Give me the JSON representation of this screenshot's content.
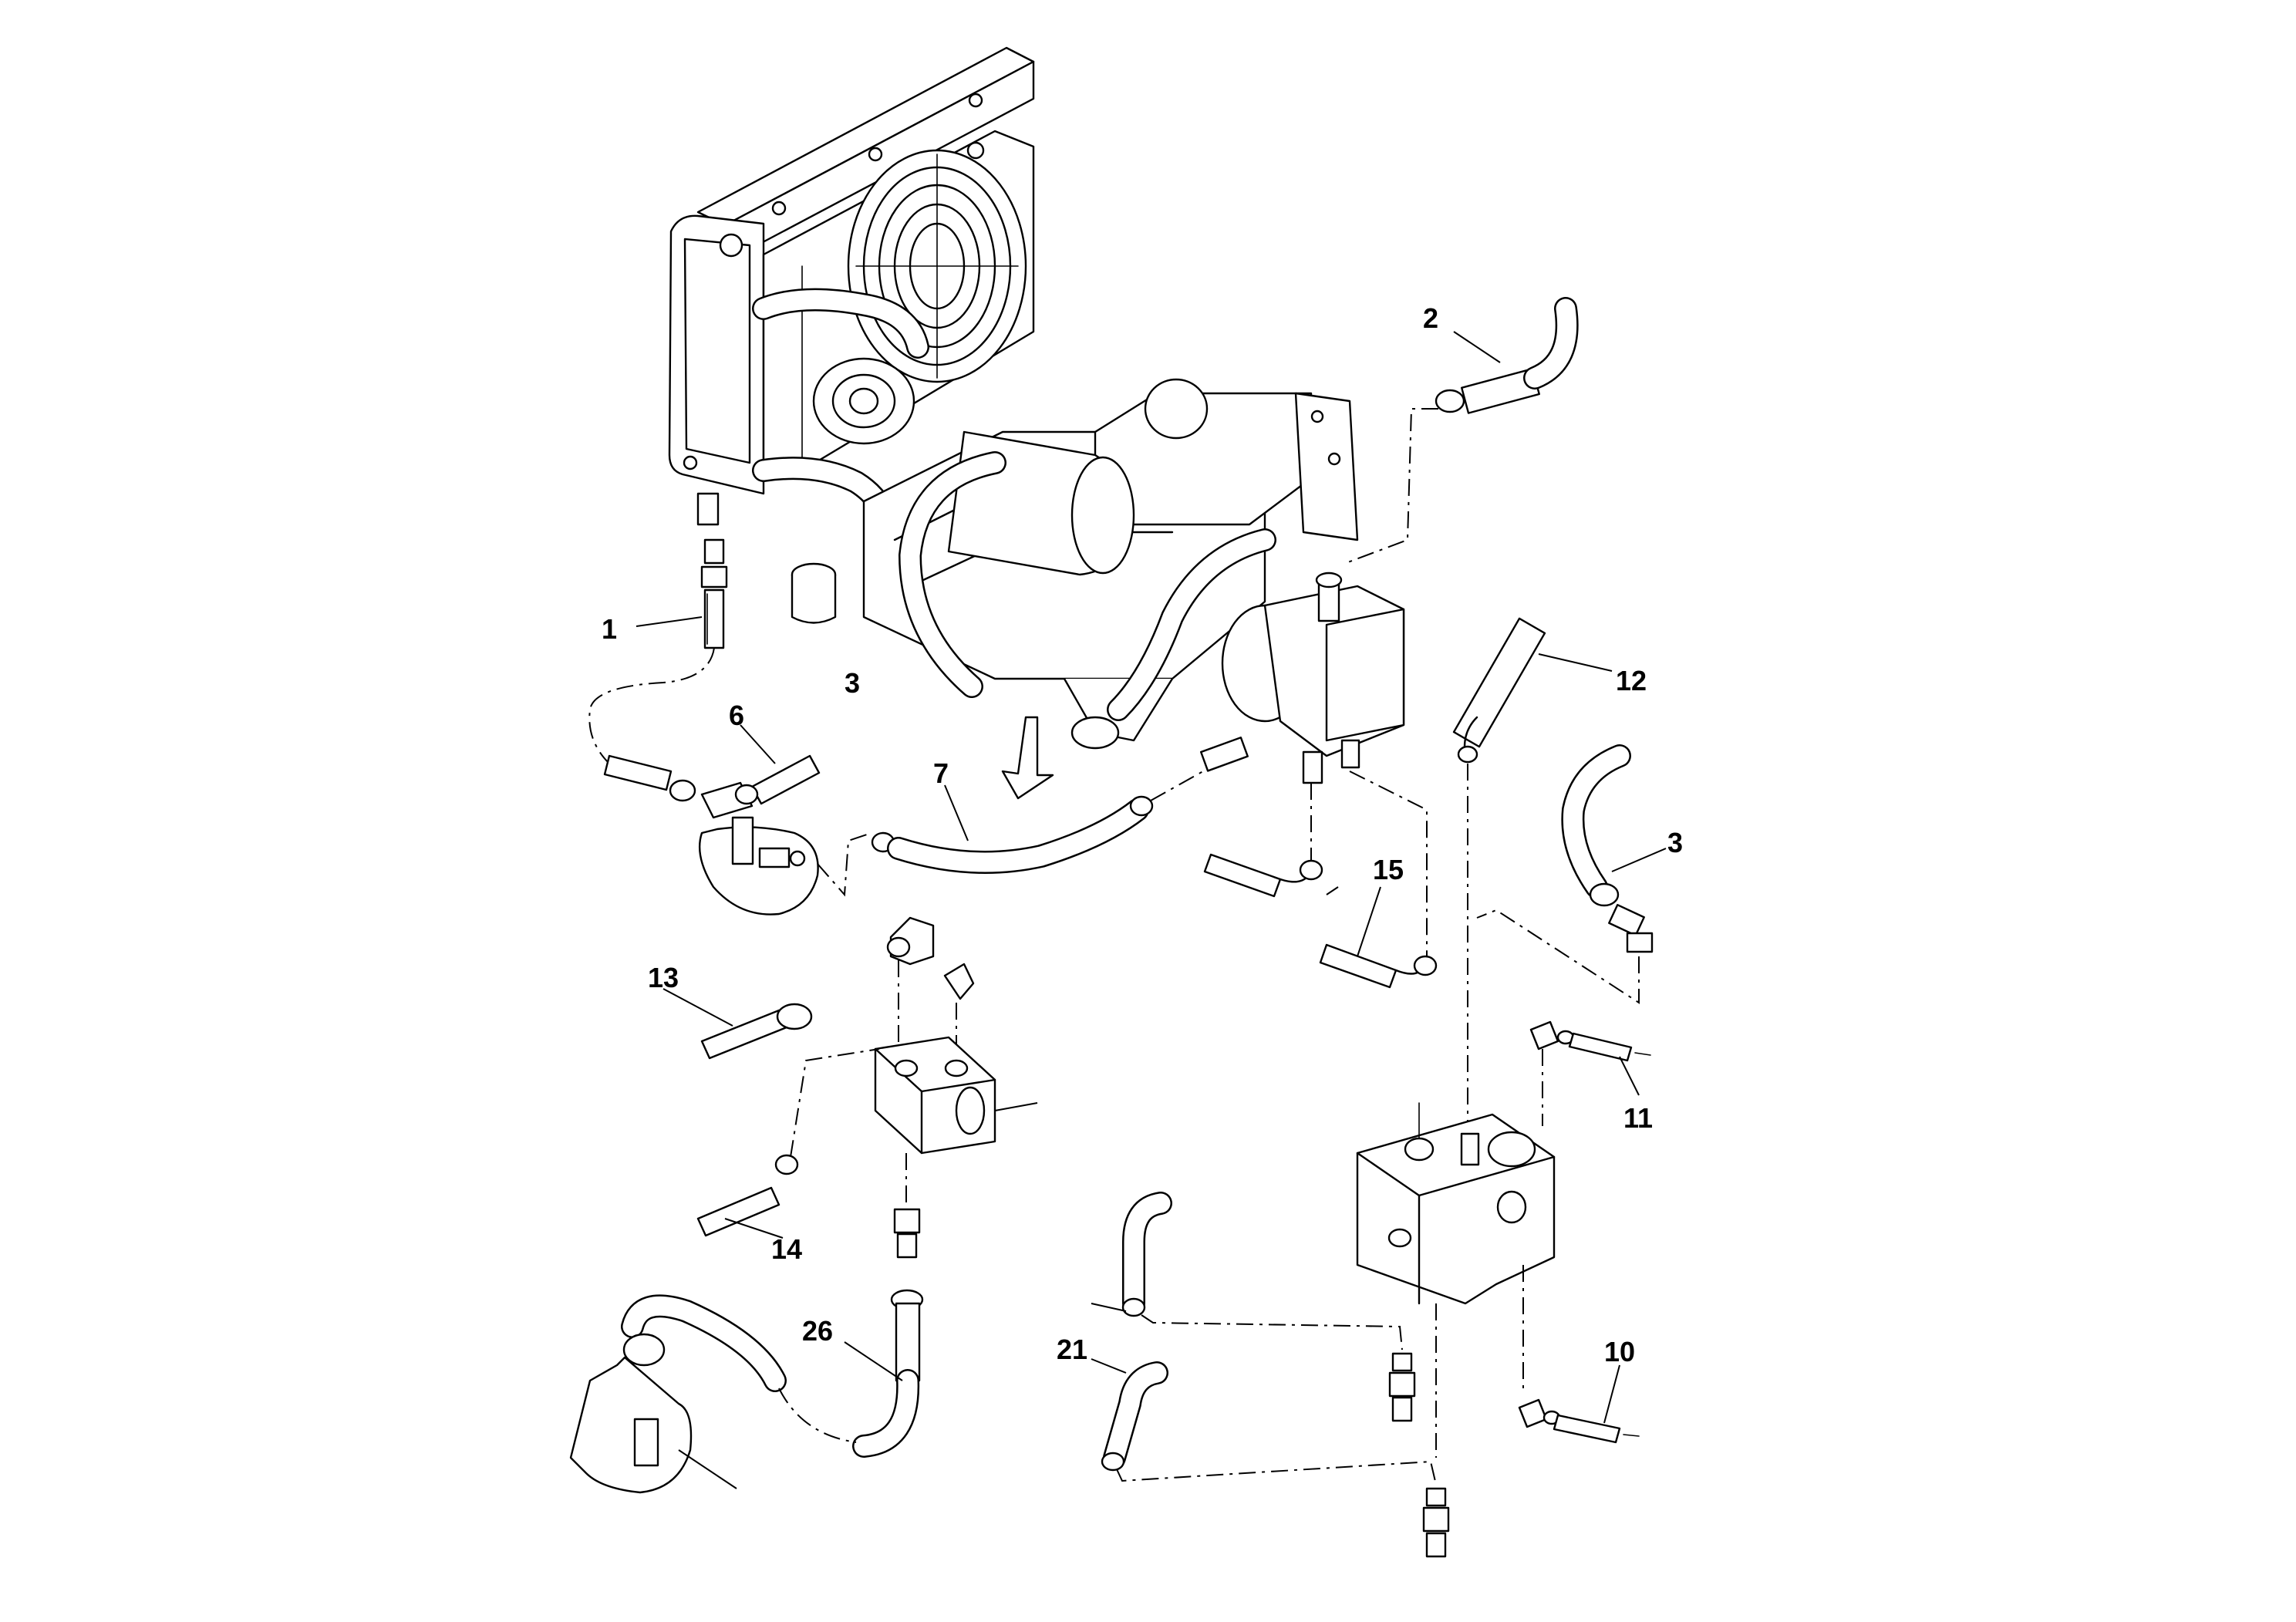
{
  "callouts": [
    {
      "id": "c1",
      "label": "1"
    },
    {
      "id": "c2",
      "label": "2"
    },
    {
      "id": "c3a",
      "label": "3"
    },
    {
      "id": "c3b",
      "label": "3"
    },
    {
      "id": "c6",
      "label": "6"
    },
    {
      "id": "c7",
      "label": "7"
    },
    {
      "id": "c10",
      "label": "10"
    },
    {
      "id": "c11",
      "label": "11"
    },
    {
      "id": "c12",
      "label": "12"
    },
    {
      "id": "c13",
      "label": "13"
    },
    {
      "id": "c14",
      "label": "14"
    },
    {
      "id": "c15",
      "label": "15"
    },
    {
      "id": "c21",
      "label": "21"
    },
    {
      "id": "c26",
      "label": "26"
    }
  ]
}
